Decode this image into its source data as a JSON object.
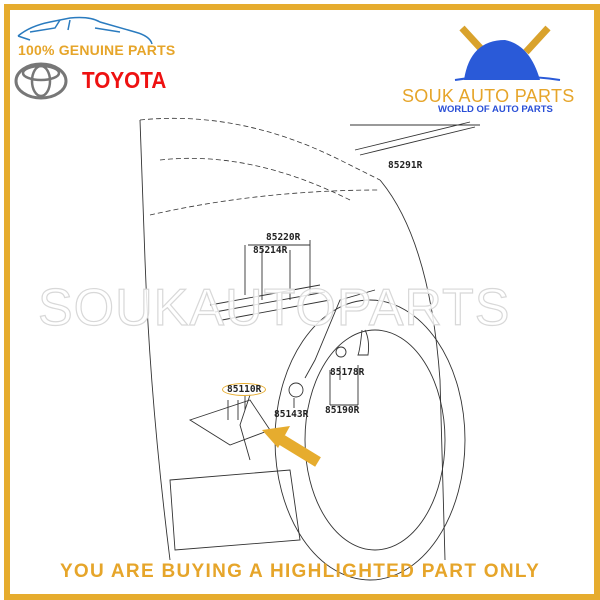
{
  "branding": {
    "genuine": "100% GENUINE PARTS",
    "make": "TOYOTA",
    "shop_name": "SOUK AUTO PARTS",
    "shop_tagline": "WORLD OF AUTO PARTS",
    "watermark": "SOUKAUTOPARTS"
  },
  "diagram": {
    "part_labels": [
      "85291R",
      "85220R",
      "85214R",
      "85178R",
      "85110R",
      "85143R",
      "85190R"
    ],
    "highlighted_part": "85110R"
  },
  "footer": "YOU ARE BUYING A HIGHLIGHTED PART ONLY",
  "colors": {
    "accent": "#e6ac2e",
    "toyota_red": "#ee1111",
    "brand_blue": "#2a4fd6"
  }
}
